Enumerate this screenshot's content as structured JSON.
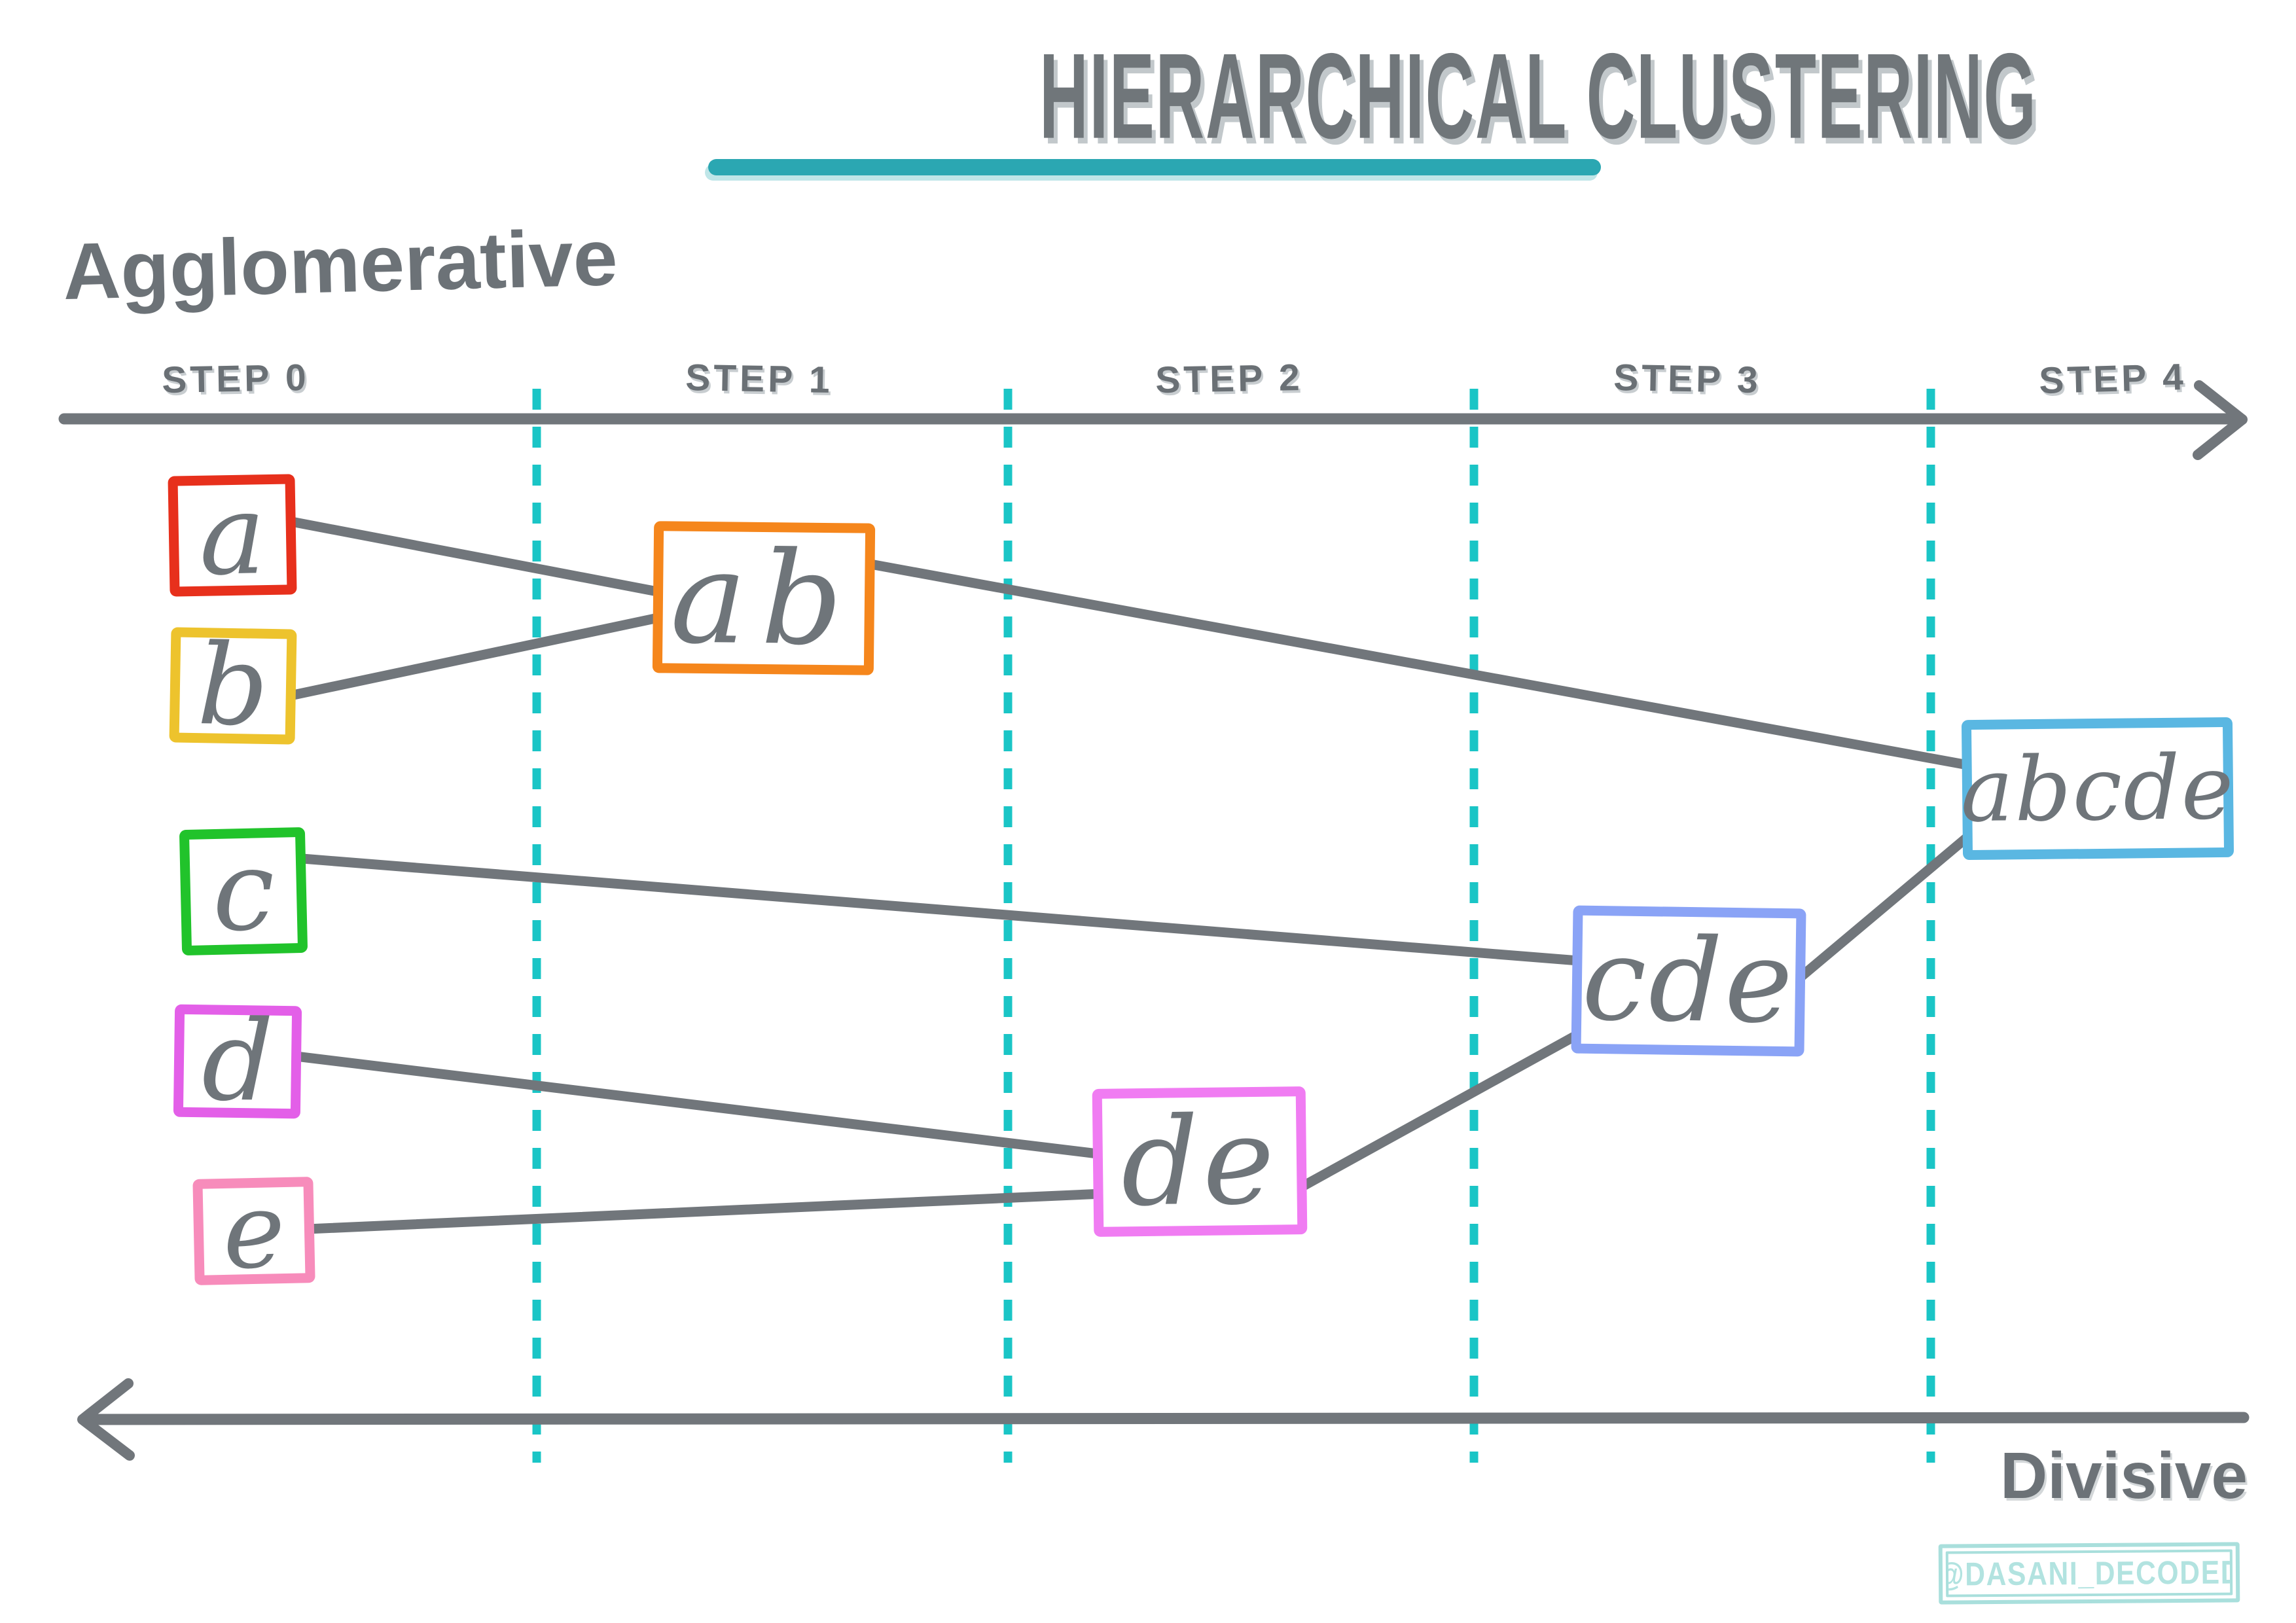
{
  "title": "HIERARCHICAL CLUSTERING",
  "side_labels": {
    "top_left": "Agglomerative",
    "bottom_right": "Divisive"
  },
  "timeline": {
    "steps": [
      "STEP 0",
      "STEP 1",
      "STEP 2",
      "STEP 3",
      "STEP 4"
    ],
    "top_arrow_direction": "right",
    "bottom_arrow_direction": "left"
  },
  "nodes": [
    {
      "id": "a",
      "label": "a",
      "color": "#e7301c",
      "step": 0
    },
    {
      "id": "b",
      "label": "b",
      "color": "#edc32d",
      "step": 0
    },
    {
      "id": "c",
      "label": "c",
      "color": "#21c32b",
      "step": 0
    },
    {
      "id": "d",
      "label": "d",
      "color": "#e35fe8",
      "step": 0
    },
    {
      "id": "e",
      "label": "e",
      "color": "#f78cbb",
      "step": 0
    },
    {
      "id": "ab",
      "label": "ab",
      "color": "#f5861c",
      "step": 1
    },
    {
      "id": "de",
      "label": "de",
      "color": "#f07cf2",
      "step": 2
    },
    {
      "id": "cde",
      "label": "cde",
      "color": "#8aa3f6",
      "step": 3
    },
    {
      "id": "abcde",
      "label": "abcde",
      "color": "#5ab7e2",
      "step": 4
    }
  ],
  "edges": [
    {
      "from": "a",
      "to": "ab"
    },
    {
      "from": "b",
      "to": "ab"
    },
    {
      "from": "ab",
      "to": "abcde"
    },
    {
      "from": "c",
      "to": "cde"
    },
    {
      "from": "d",
      "to": "de"
    },
    {
      "from": "e",
      "to": "de"
    },
    {
      "from": "de",
      "to": "cde"
    },
    {
      "from": "cde",
      "to": "abcde"
    }
  ],
  "watermark": "@DASANI_DECODED",
  "colors": {
    "ink_gray": "#70767b",
    "step_divider_teal": "#1ac5c6",
    "title_underline_teal": "#2ba7b2",
    "title_shadow_gray": "#c2c8cb",
    "watermark_teal": "#a9dfdc"
  }
}
